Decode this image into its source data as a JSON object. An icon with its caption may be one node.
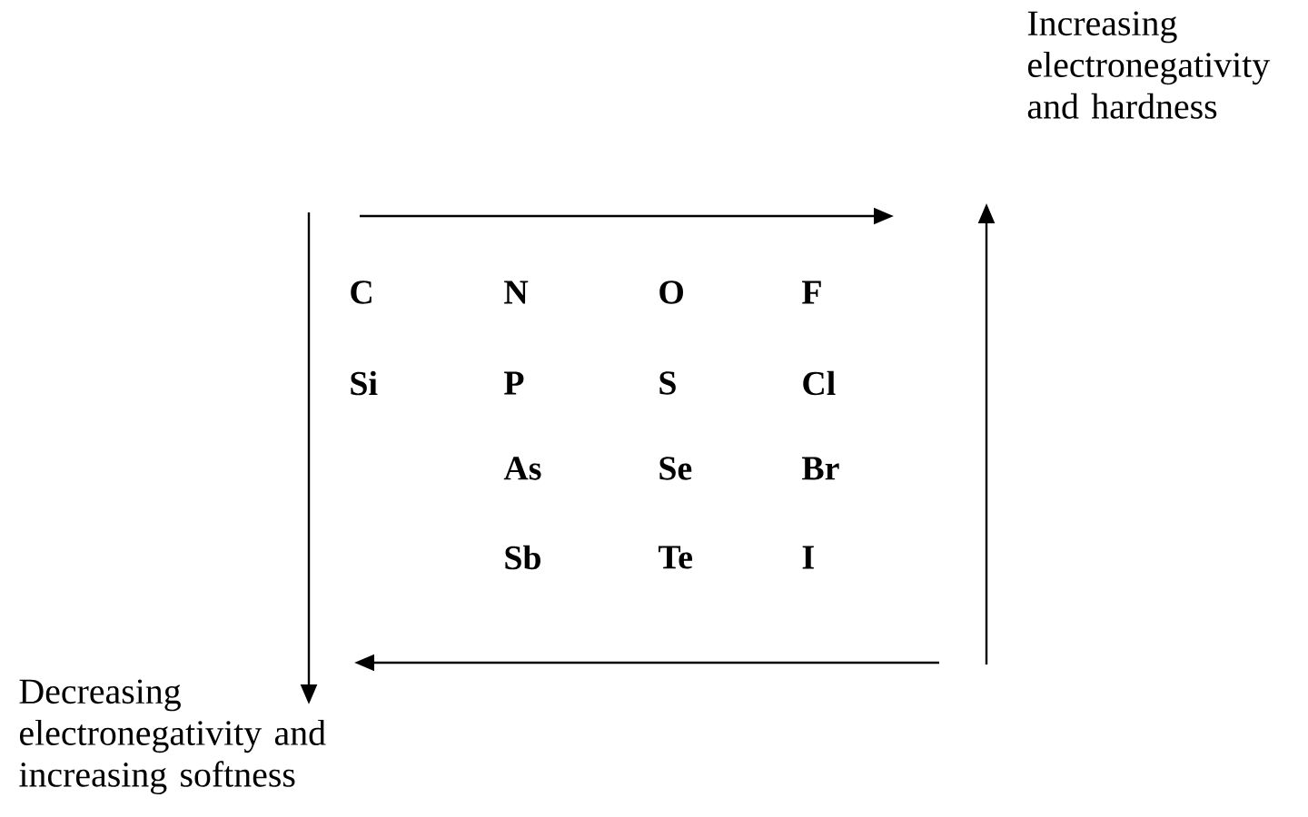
{
  "diagram": {
    "labels": [
      "Increasing electronegativity and hardness",
      "C",
      "N",
      "O",
      "F",
      "Si",
      "P",
      "S",
      "Cl",
      "As",
      "Se",
      "Br",
      "Sb",
      "Te",
      "I",
      "Decreasing electronegativity and increasing softness"
    ]
  }
}
